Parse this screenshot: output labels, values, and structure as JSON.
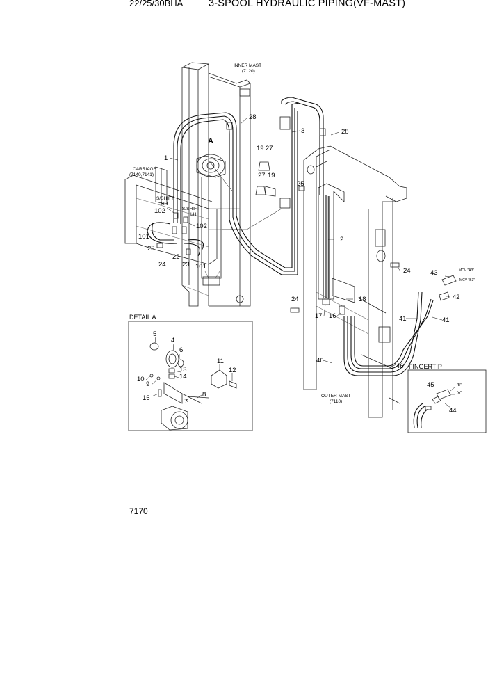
{
  "header": {
    "model": "22/25/30BHA",
    "title": "3-SPOOL HYDRAULIC PIPING(VF-MAST)"
  },
  "page_code": "7170",
  "labels": {
    "inner_mast": "INNER MAST",
    "inner_mast_code": "(7120)",
    "outer_mast": "OUTER MAST",
    "outer_mast_code": "(7110)",
    "carriage": "CARRIAGE",
    "carriage_code": "(7140,7141)",
    "sshift_rh_1": "S/SHIFT",
    "sshift_rh_2": "RH",
    "sshift_lh_1": "S/SHIFT",
    "sshift_lh_2": "LH",
    "view_a": "A",
    "mcv_a3": "MCV \"A3\"",
    "mcv_b3": "MCV \"B3\"",
    "fingertip_b": "\"B\"",
    "fingertip_a": "\"A\""
  },
  "detail_a": {
    "title": "DETAIL A",
    "parts": [
      "5",
      "4",
      "6",
      "13",
      "14",
      "10",
      "9",
      "15",
      "11",
      "12",
      "8",
      "7"
    ]
  },
  "fingertip": {
    "title": "FINGERTIP",
    "parts": [
      "45",
      "44"
    ]
  },
  "main_parts": [
    "1",
    "28",
    "3",
    "28",
    "19",
    "27",
    "27",
    "19",
    "25",
    "2",
    "102",
    "102",
    "101",
    "23",
    "24",
    "22",
    "23",
    "101",
    "24",
    "43",
    "42",
    "24",
    "18",
    "17",
    "16",
    "41",
    "41",
    "46",
    "46"
  ]
}
